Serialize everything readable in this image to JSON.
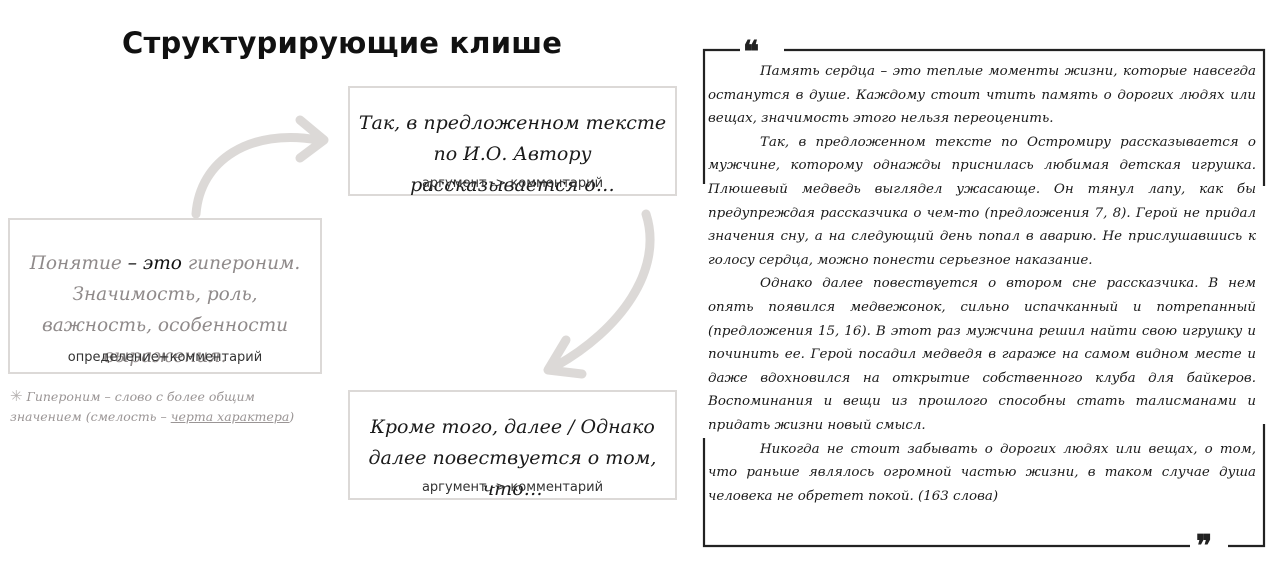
{
  "title": "Структурирующие клише",
  "concept_box": {
    "text_part1": "Понятие",
    "text_dash": " – ",
    "text_is": "это",
    "text_part2": " гипероним. Значимость, роль, важность, особенности выражения.",
    "caption": "определение+комментарий"
  },
  "cliche_a": {
    "text": "Так, в предложенном тексте по И.О. Автору рассказывается о…",
    "caption": "аргумент -> комментарий"
  },
  "cliche_b": {
    "text": "Кроме того, далее / Однако далее повествуется о том, что…",
    "caption": "аргумент -> комментарий"
  },
  "footnote": {
    "star": "✳",
    "text": " Гипероним – слово с более общим значением (смелость – ",
    "underlined": "черта характера",
    "close": ")"
  },
  "quote": {
    "open_mark": "❝",
    "close_mark": "❞",
    "paragraphs": [
      "Память сердца – это теплые моменты жизни, которые навсегда останутся в душе. Каждому стоит чтить память о дорогих людях или вещах, значимость этого нельзя переоценить.",
      "Так, в предложенном тексте по Остромиру рассказывается о мужчине, которому однажды приснилась любимая детская игрушка. Плюшевый медведь выглядел ужасающе. Он тянул лапу, как бы предупреждая рассказчика о чем-то (предложения 7, 8). Герой не придал значения сну, а на следующий день попал в аварию. Не прислушавшись к голосу сердца, можно понести серьезное наказание.",
      "Однако далее повествуется о втором сне рассказчика. В нем опять появился медвежонок, сильно испачканный и потрепанный (предложения 15, 16). В этот раз мужчина решил найти свою игрушку и починить ее. Герой посадил медведя в гараже на самом видном месте и даже вдохновился на открытие собственного клуба для байкеров. Воспоминания и вещи из прошлого способны стать талисманами и придать жизни новый смысл.",
      "Никогда не стоит забывать о дорогих людях или вещах, о том, что раньше являлось огромной частью жизни, в таком случае душа человека не обретет покой. (163 слова)"
    ]
  }
}
